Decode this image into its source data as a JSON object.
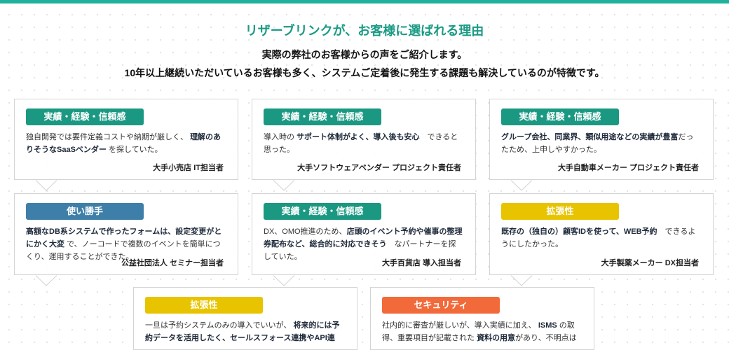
{
  "header": {
    "title": "リザーブリンクが、お客様に選ばれる理由",
    "line1": "実際の弊社のお客様からの声をご紹介します。",
    "line2": "10年以上継続いただいているお客様も多く、システムご定着後に発生する課題も解決しているのが特徴です。"
  },
  "colors": {
    "accent": "#1fb19c",
    "teal": "#1a9882",
    "blue": "#3d7fa8",
    "yellow": "#e8c300",
    "orange": "#f26a3a"
  },
  "cards": [
    {
      "badge": "実績・経験・信頼感",
      "color": "teal",
      "body": [
        {
          "t": "独自開発では要件定義コストや納期が厳しく、 "
        },
        {
          "t": "理解のありそうなSaaSベンダー",
          "b": true
        },
        {
          "t": " を探していた。"
        }
      ],
      "author": "大手小売店 IT担当者"
    },
    {
      "badge": "実績・経験・信頼感",
      "color": "teal",
      "body": [
        {
          "t": "導入時の "
        },
        {
          "t": "サポート体制がよく、導入後も安心",
          "b": true
        },
        {
          "t": "　できると思った。"
        }
      ],
      "author": "大手ソフトウェアベンダー プロジェクト責任者"
    },
    {
      "badge": "実績・経験・信頼感",
      "color": "teal",
      "body": [
        {
          "t": "グループ会社、同業界、類似用途などの実績が豊富",
          "b": true
        },
        {
          "t": "だったため、上申しやすかった。"
        }
      ],
      "author": "大手自動車メーカー プロジェクト責任者"
    },
    {
      "badge": "使い勝手",
      "color": "blue",
      "body": [
        {
          "t": "高額なDB系システムで作ったフォームは、設定変更がとにかく大変",
          "b": true
        },
        {
          "t": " で、ノーコードで複数のイベントを簡単につくり、運用することができた。"
        }
      ],
      "author": "公益社団法人 セミナー担当者"
    },
    {
      "badge": "実績・経験・信頼感",
      "color": "teal",
      "body": [
        {
          "t": "DX、OMO推進のため、"
        },
        {
          "t": "店頭のイベント予約や催事の整理券配布など、総合的に対応できそう",
          "b": true
        },
        {
          "t": "　なパートナーを探していた。"
        }
      ],
      "author": "大手百貨店 導入担当者"
    },
    {
      "badge": "拡張性",
      "color": "yellow",
      "body": [
        {
          "t": "既存の（独自の）顧客IDを使って、WEB予約",
          "b": true
        },
        {
          "t": "　できるようにしたかった。"
        }
      ],
      "author": "大手製薬メーカー DX担当者"
    },
    {
      "badge": "拡張性",
      "color": "yellow",
      "body": [
        {
          "t": "一旦は予約システムのみの導入でいいが、 "
        },
        {
          "t": "将来的には予約データを活用したく、セールスフォース連携やAPI連",
          "b": true
        }
      ],
      "author": ""
    },
    {
      "badge": "セキュリティ",
      "color": "orange",
      "body": [
        {
          "t": "社内的に審査が厳しいが、導入実績に加え、 "
        },
        {
          "t": "ISMS",
          "b": true
        },
        {
          "t": " の取得、重要項目が記載された "
        },
        {
          "t": "資料の用意",
          "b": true
        },
        {
          "t": "があり、不明点は"
        }
      ],
      "author": ""
    }
  ]
}
